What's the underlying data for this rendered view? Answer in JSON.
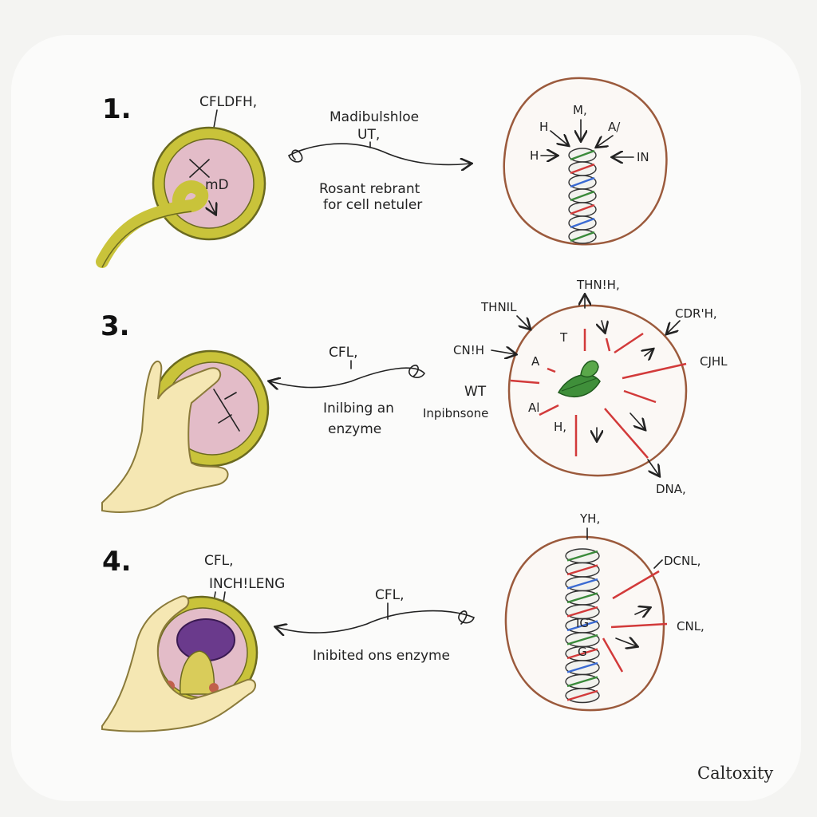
{
  "panels": [
    {
      "number": "1.",
      "left_label": "CFLDFH,",
      "cell_text": "mD",
      "arrow_top": "Madibulshloe",
      "arrow_top2": "UT,",
      "caption_line1": "Rosant rebrant",
      "caption_line2": "for cell netuler",
      "right_labels": [
        "M,",
        "H",
        "A/",
        "H",
        "IN"
      ]
    },
    {
      "number": "3.",
      "arrow_top": "CFL,",
      "caption_line1": "Inilbing an",
      "caption_line2": "enzyme",
      "right_labels": [
        "THN!H,",
        "THNIL",
        "CDR'H,",
        "CN!H",
        "CJHL",
        "WT",
        "Inpibnsone",
        "DNA,",
        "T",
        "A",
        "Al",
        "H,"
      ]
    },
    {
      "number": "4.",
      "left_label1": "CFL,",
      "left_label2": "INCH!LENG",
      "arrow_top": "CFL,",
      "caption_line1": "Inibited ons enzyme",
      "right_labels": [
        "YH,",
        "DCNL,",
        "CNL,"
      ],
      "dna_labels": [
        "IG",
        "G"
      ]
    }
  ],
  "signature": "Caltoxity"
}
